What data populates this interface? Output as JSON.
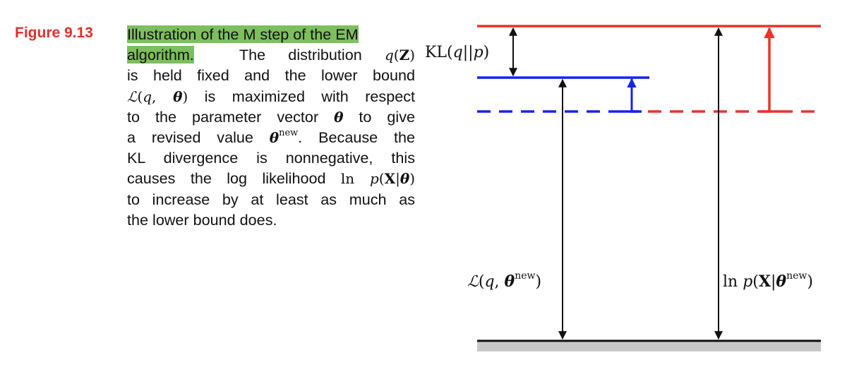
{
  "figure": {
    "label": "Figure 9.13"
  },
  "caption": {
    "line1": "Illustration of the M step of the EM",
    "line2_highlight": "algorithm.",
    "line2_rest": "The distribution",
    "line3": "is held fixed and the lower bound",
    "line4_rest": "is maximized with respect",
    "line5_a": "to the parameter vector",
    "line5_b": "to give",
    "line6_a": "a revised value",
    "line6_b": ". Because the",
    "line7": "KL divergence is nonnegative, this",
    "line8": "causes the log likelihood",
    "line9": "to increase by at least as much as",
    "line10": "the lower bound does."
  },
  "diagram": {
    "kl_label": "KL(q||p)",
    "lower_bound_label": "L(q, θnew)",
    "log_likelihood_label": "ln p(X|θnew)",
    "colors": {
      "red": "#e8342a",
      "blue": "#1424e8",
      "black": "#111111",
      "baseline": "#c8c8c8",
      "highlight": "#7dbf5e"
    }
  }
}
